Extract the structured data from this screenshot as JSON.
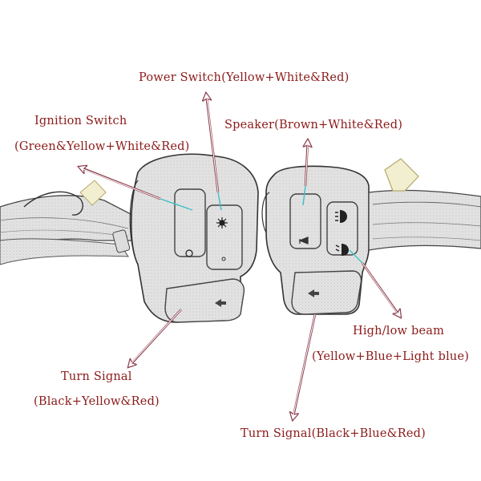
{
  "diagram": {
    "subject": "Motorcycle handlebar control switch housings (left and right)",
    "label_color": "#8b1a1a",
    "arrow_color": "#a05060",
    "callouts": [
      {
        "id": "power_switch",
        "title": "Power Switch",
        "wires": "(Yellow+White&Red)",
        "full": "Power Switch(Yellow+White&Red)"
      },
      {
        "id": "ignition_switch",
        "title": "Ignition Switch",
        "wires": "(Green&Yellow+White&Red)"
      },
      {
        "id": "speaker",
        "title": "Speaker",
        "wires": "(Brown+White&Red)",
        "full": "Speaker(Brown+White&Red)"
      },
      {
        "id": "high_low_beam",
        "title": "High/low beam",
        "wires": "(Yellow+Blue+Light blue)"
      },
      {
        "id": "turn_signal_left",
        "title": "Turn Signal",
        "wires": "(Black+Yellow&Red)"
      },
      {
        "id": "turn_signal_right",
        "title": "Turn Signal",
        "wires": "(Black+Blue&Red)",
        "full": "Turn Signal(Black+Blue&Red)"
      }
    ],
    "icons": {
      "left_housing": [
        "ignition-key-icon",
        "sun-light-icon",
        "turn-signal-arrow-icon"
      ],
      "right_housing": [
        "horn-icon",
        "high-beam-icon",
        "low-beam-icon",
        "turn-signal-arrow-icon"
      ]
    }
  }
}
